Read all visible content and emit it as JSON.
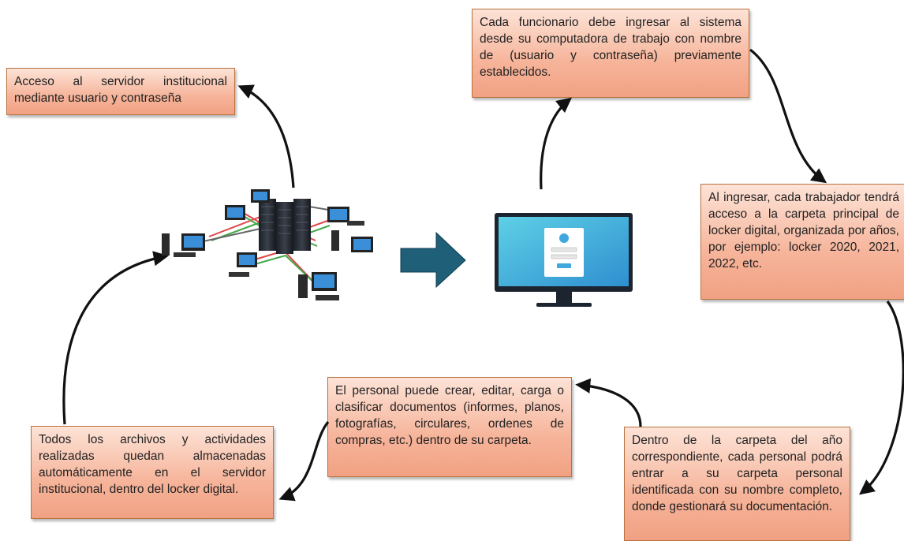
{
  "boxes": {
    "server_access": "Acceso al servidor institucional mediante usuario y contraseña",
    "login": "Cada funcionario debe ingresar al sistema desde su computadora de trabajo con nombre de (usuario y contraseña) previamente establecidos.",
    "main_folder": "Al ingresar, cada trabajador tendrá acceso a la carpeta principal de locker digital, organizada por años, por ejemplo: locker 2020, 2021, 2022, etc.",
    "year_folder": "Dentro de la carpeta del año correspondiente, cada personal podrá entrar a su carpeta personal identificada con su nombre completo, donde gestionará su documentación.",
    "documents": "El personal puede crear, editar, carga o clasificar documentos (informes, planos, fotografías, circulares, ordenes de compras, etc.) dentro de su carpeta.",
    "storage": "Todos los archivos y actividades realizadas quedan almacenadas automáticamente en el servidor institucional, dentro del locker digital."
  },
  "colors": {
    "box_fill": "#f6b49a",
    "box_border": "#b9723e",
    "arrow": "#111111",
    "block_arrow": "#1f5f78",
    "monitor_screen": "#3fb0d8"
  },
  "icons": [
    "server-network-illustration",
    "login-monitor-illustration",
    "right-block-arrow"
  ]
}
